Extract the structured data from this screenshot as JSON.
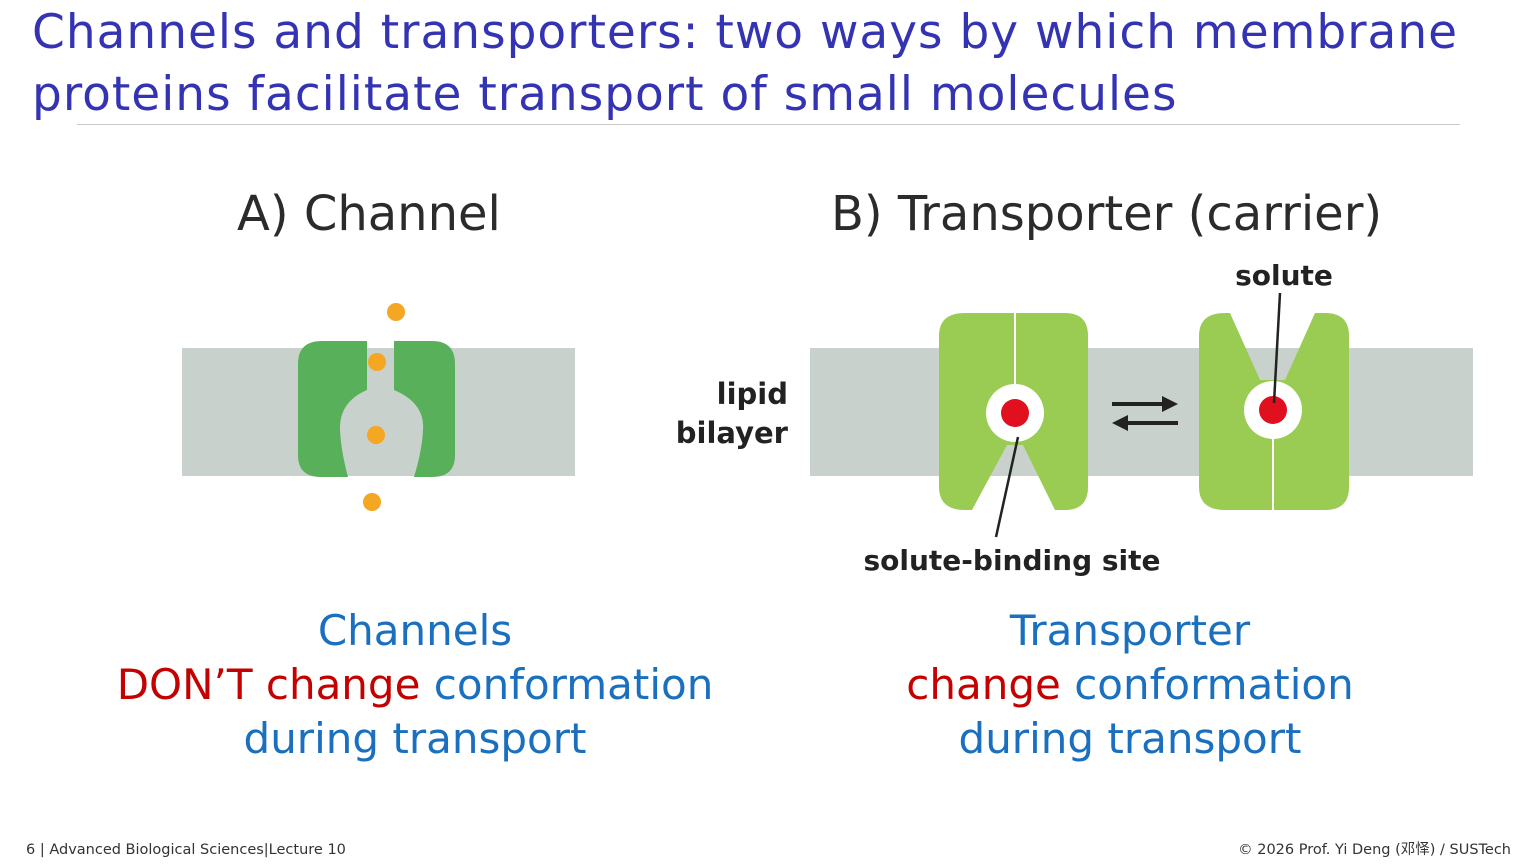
{
  "slide": {
    "title": "Channels and transporters: two ways by which membrane proteins facilitate transport of small molecules"
  },
  "panel_a": {
    "heading": "A) Channel",
    "caption": {
      "line1": "Channels",
      "line2_red": "DON’T change",
      "line2_blue": " conformation",
      "line3": "during transport"
    }
  },
  "panel_b": {
    "heading": "B) Transporter (carrier)",
    "labels": {
      "lipid": "lipid",
      "bilayer": "bilayer",
      "solute": "solute",
      "binding_site": "solute-binding site"
    },
    "caption": {
      "line1": "Transporter",
      "line2_red": "change",
      "line2_blue": " conformation",
      "line3": "during transport"
    }
  },
  "colors": {
    "title": "#3333b3",
    "caption_blue": "#1a6fbf",
    "caption_red": "#c40000",
    "membrane": "#c8d1cc",
    "channel_green": "#58b05a",
    "transporter_green": "#9acb52",
    "solute_orange": "#f5a623",
    "solute_red": "#e0101e"
  },
  "footer": {
    "left": "6 | Advanced Biological Sciences|Lecture 10",
    "right": "© 2026 Prof. Yi Deng (邓怿) / SUSTech"
  }
}
